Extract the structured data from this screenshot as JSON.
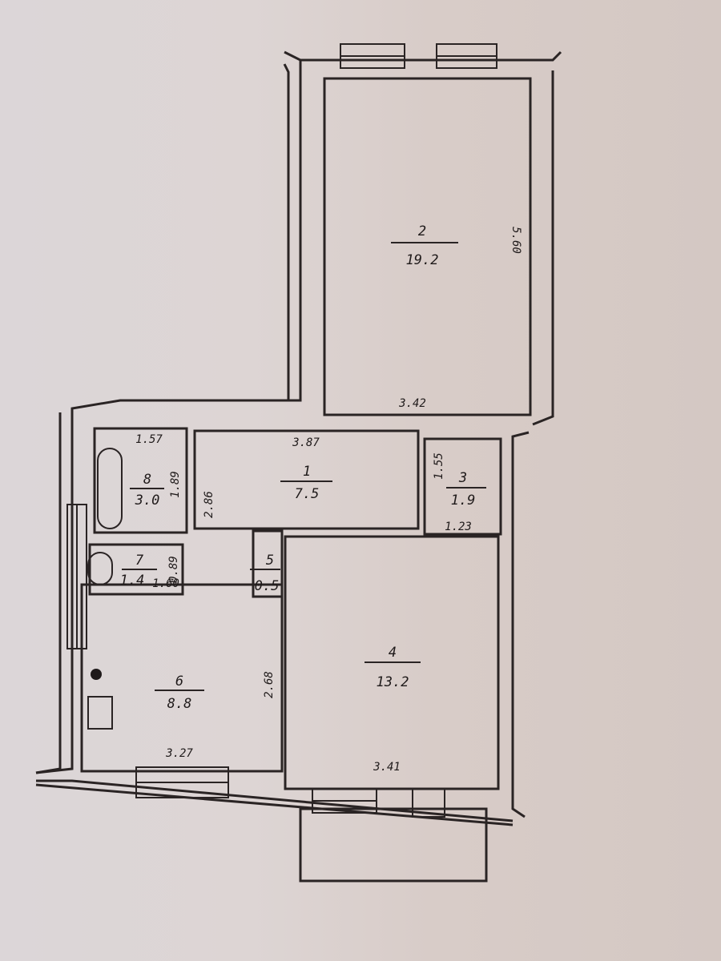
{
  "rooms": [
    {
      "number": "1",
      "area": "7.5"
    },
    {
      "number": "2",
      "area": "19.2"
    },
    {
      "number": "3",
      "area": "1.9"
    },
    {
      "number": "4",
      "area": "13.2"
    },
    {
      "number": "5",
      "area": "0.5"
    },
    {
      "number": "6",
      "area": "8.8"
    },
    {
      "number": "7",
      "area": "1.4"
    },
    {
      "number": "8",
      "area": "3.0"
    }
  ],
  "dimensions": {
    "room2_length": "5.60",
    "room2_width": "3.42",
    "room1_width": "3.87",
    "room1_length": "2.86",
    "room3_length": "1.55",
    "room3_width": "1.23",
    "room8_width": "1.57",
    "room8_length": "1.89",
    "room7_length": "1.60",
    "room7_width": "0.89",
    "room6_width": "3.27",
    "room6_length": "2.68",
    "room4_width": "3.41"
  }
}
